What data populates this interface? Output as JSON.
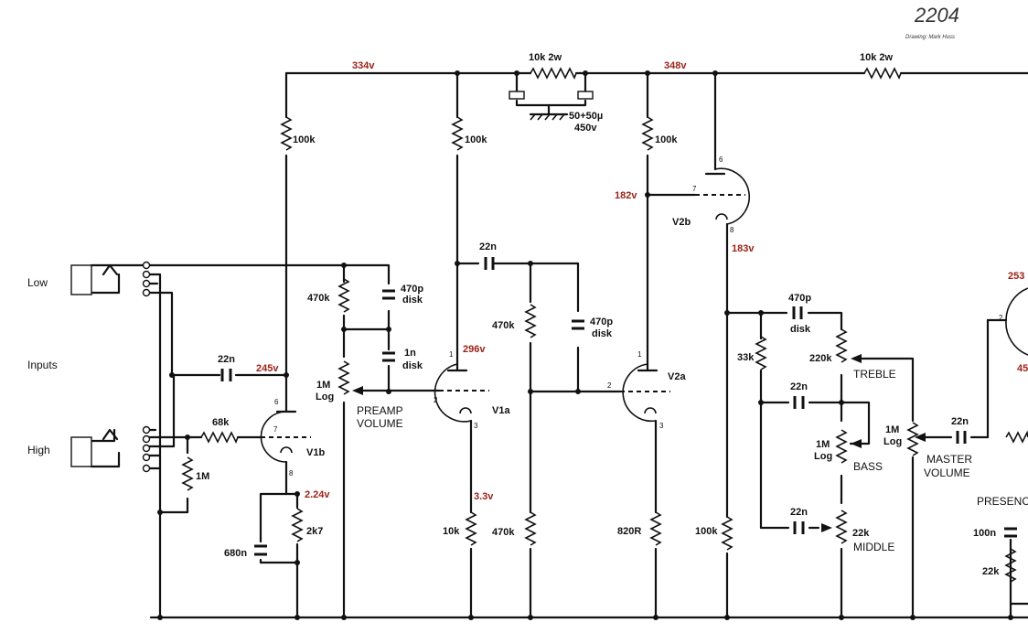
{
  "header": {
    "title": "2204",
    "credit": "Drawing: Mark Huss"
  },
  "inputs": {
    "low": "Low",
    "inputs": "Inputs",
    "high": "High"
  },
  "voltages": {
    "v334": "334v",
    "v348": "348v",
    "v245": "245v",
    "v296": "296v",
    "v182": "182v",
    "v183": "183v",
    "v224": "2.24v",
    "v33": "3.3v",
    "v253": "253",
    "v45": "45"
  },
  "tubes": {
    "v1a": "V1a",
    "v1b": "V1b",
    "v2a": "V2a",
    "v2b": "V2b"
  },
  "pins": {
    "p1": "1",
    "p2": "2",
    "p3": "3",
    "p6": "6",
    "p7": "7",
    "p8": "8"
  },
  "components": {
    "r_10k_2w": "10k 2w",
    "cap_50_50_a": "50+50µ",
    "cap_50_50_b": "450v",
    "r_100k": "100k",
    "r_470k": "470k",
    "r_68k": "68k",
    "r_1m": "1M",
    "r_2k7": "2k7",
    "r_10k": "10k",
    "r_820r": "820R",
    "r_33k": "33k",
    "r_220k": "220k",
    "r_22k": "22k",
    "c_22n": "22n",
    "c_470p": "470p",
    "c_disk": "disk",
    "c_1n": "1n",
    "c_680n": "680n",
    "c_100n": "100n",
    "pot_1m": "1M",
    "pot_log": "Log"
  },
  "controls": {
    "preamp": "PREAMP",
    "volume": "VOLUME",
    "treble": "TREBLE",
    "bass": "BASS",
    "middle": "MIDDLE",
    "master": "MASTER",
    "presence": "PRESENC"
  }
}
